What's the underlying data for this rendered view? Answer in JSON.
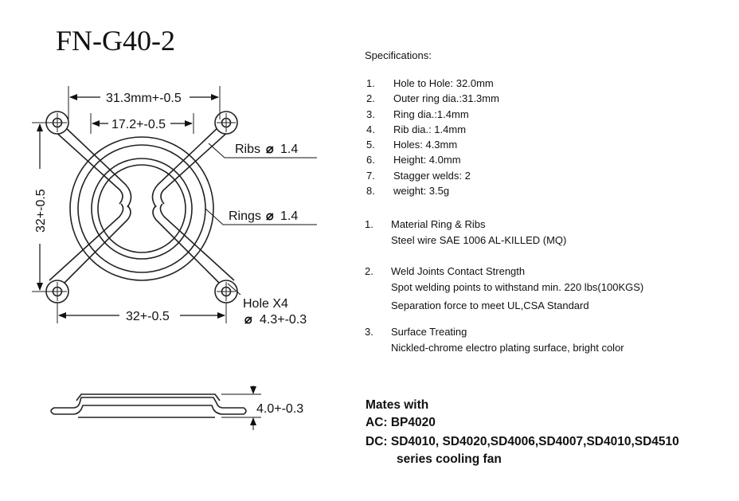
{
  "model": "FN-G40-2",
  "drawing": {
    "dim_top_outer": "31.3mm+-0.5",
    "dim_top_inner": "17.2+-0.5",
    "dim_left": "32+-0.5",
    "dim_bottom": "32+-0.5",
    "ribs_label": "Ribs",
    "ribs_value": "1.4",
    "rings_label": "Rings",
    "rings_value": "1.4",
    "hole_label": "Hole X4",
    "hole_value": "4.3+-0.3",
    "diameter_symbol": "⌀",
    "height_label": "4.0+-0.3"
  },
  "specifications": {
    "heading": "Specifications:",
    "items": [
      {
        "num": "1.",
        "text": "Hole to Hole: 32.0mm"
      },
      {
        "num": "2.",
        "text": "Outer ring dia.:31.3mm"
      },
      {
        "num": "3.",
        "text": "Ring  dia.:1.4mm"
      },
      {
        "num": "4.",
        "text": "Rib dia.: 1.4mm"
      },
      {
        "num": "5.",
        "text": "Holes: 4.3mm"
      },
      {
        "num": "6.",
        "text": "Height: 4.0mm"
      },
      {
        "num": "7.",
        "text": "Stagger welds: 2"
      },
      {
        "num": "8.",
        "text": "weight: 3.5g"
      }
    ]
  },
  "notes": {
    "material": {
      "num": "1.",
      "title": "Material Ring & Ribs",
      "lines": [
        "Steel wire SAE 1006 AL-KILLED (MQ)"
      ]
    },
    "weld": {
      "num": "2.",
      "title": "Weld Joints Contact Strength",
      "lines": [
        "Spot welding points to withstand min. 220 lbs(100KGS)",
        "Separation force to meet UL,CSA Standard"
      ]
    },
    "surface": {
      "num": "3.",
      "title": "Surface Treating",
      "lines": [
        "Nickled-chrome electro plating surface, bright color"
      ]
    }
  },
  "mates": {
    "heading": "Mates with",
    "ac": "AC: BP4020",
    "dc": "DC: SD4010, SD4020,SD4006,SD4007,SD4010,SD4510",
    "dc_line2": "series cooling fan"
  }
}
